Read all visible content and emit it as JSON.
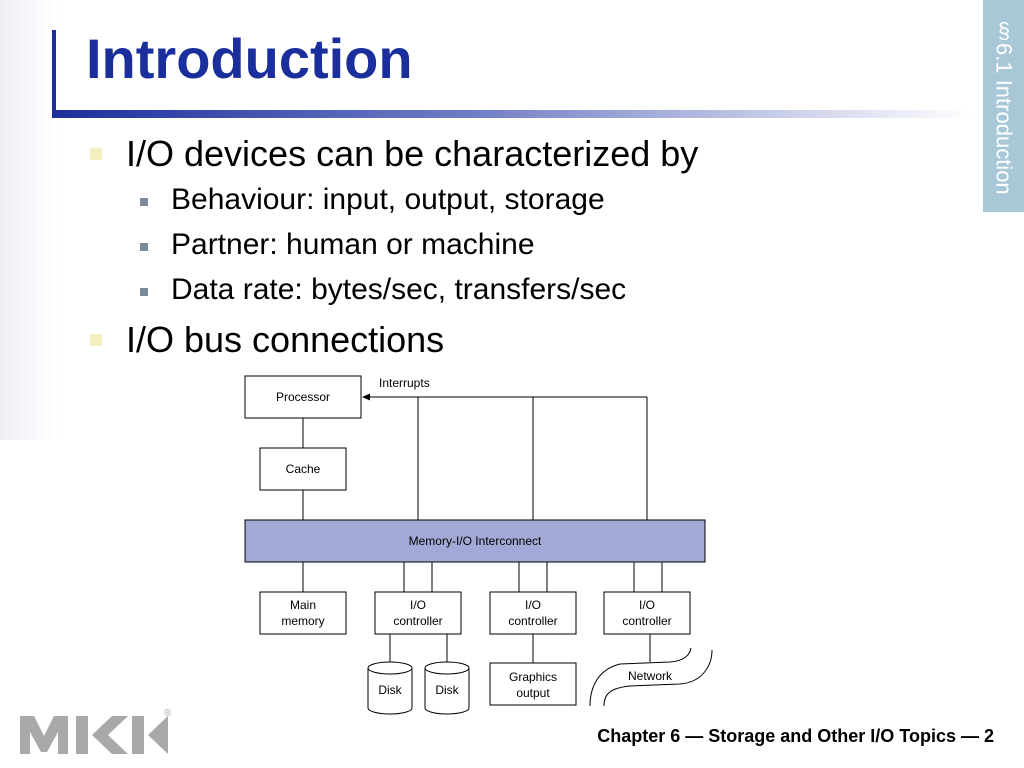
{
  "section_tab": "§6.1 Introduction",
  "title": "Introduction",
  "bullets": [
    {
      "text": "I/O devices can be characterized by",
      "sub": [
        "Behaviour: input, output, storage",
        "Partner: human or machine",
        "Data rate: bytes/sec, transfers/sec"
      ]
    },
    {
      "text": "I/O bus connections",
      "sub": []
    }
  ],
  "diagram": {
    "processor": "Processor",
    "interrupts": "Interrupts",
    "cache": "Cache",
    "interconnect": "Memory-I/O Interconnect",
    "main_memory": [
      "Main",
      "memory"
    ],
    "io_controller": [
      "I/O",
      "controller"
    ],
    "disk": "Disk",
    "graphics_output": [
      "Graphics",
      "output"
    ],
    "network": "Network",
    "interconnect_color": "#a3a9d6"
  },
  "footer": "Chapter 6 — Storage and Other I/O Topics — 2",
  "logo": {
    "registered": "®",
    "color": "#a9a9a9"
  },
  "colors": {
    "title": "#1a2f9c",
    "section_tab_bg": "#a8c8d8"
  }
}
